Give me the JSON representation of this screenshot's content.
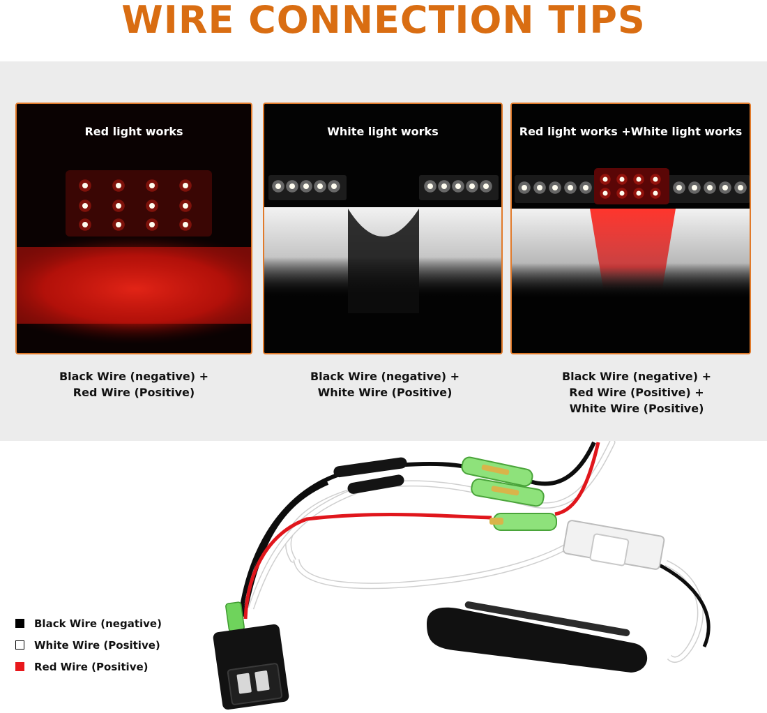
{
  "title": "WIRE CONNECTION TIPS",
  "colors": {
    "title": "#d96d12",
    "panel_border": "#e17a2a",
    "band": "#ececec",
    "red_led": "#ff2a1a",
    "white_led": "#f5f5f5",
    "black_wire": "#000000",
    "red_wire": "#e8181c",
    "white_wire": "#ffffff",
    "connector_green": "#7de36b"
  },
  "panels": [
    {
      "label": "Red light works",
      "caption": [
        "Black Wire (negative) +",
        "Red Wire (Positive)"
      ]
    },
    {
      "label": "White light works",
      "caption": [
        "Black Wire (negative) +",
        "White Wire (Positive)"
      ]
    },
    {
      "label": "Red light works +White light works",
      "caption": [
        "Black Wire (negative) +",
        "Red Wire (Positive) +",
        "White Wire (Positive)"
      ]
    }
  ],
  "legend": [
    {
      "label": "Black Wire (negative)",
      "color": "#000000"
    },
    {
      "label": "White Wire (Positive)",
      "color": "#ffffff"
    },
    {
      "label": "Red Wire (Positive)",
      "color": "#e8181c"
    }
  ]
}
